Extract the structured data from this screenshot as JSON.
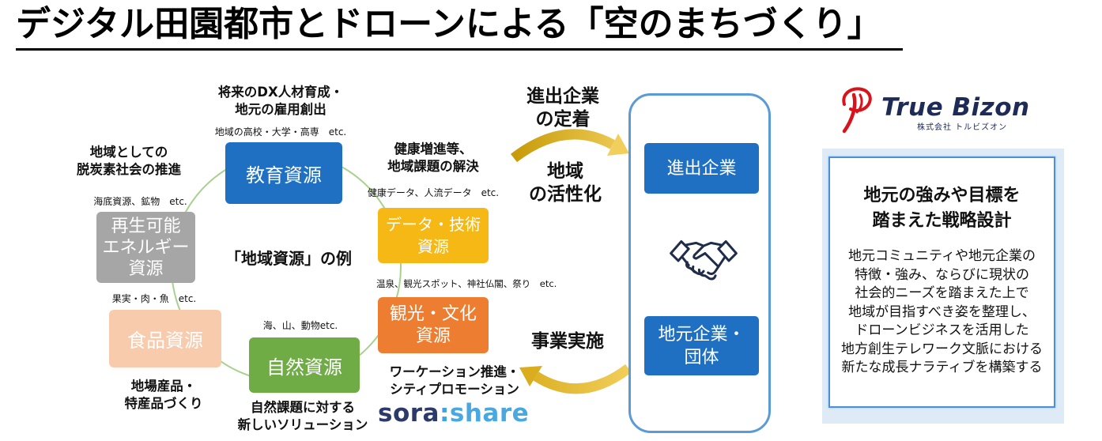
{
  "title": "デジタル田園都市とドローンによる「空のまちづくり」",
  "diagram": {
    "center_label": "「地域資源」の例",
    "ring_color": "#a9d18e",
    "resources": {
      "education": {
        "label": "教育資源",
        "examples": "地域の高校・大学・高専　etc.",
        "goal_lines": [
          "将来のDX人材育成・",
          "地元の雇用創出"
        ],
        "color": "#1f6fc3"
      },
      "data_technology": {
        "label_lines": [
          "データ・技術",
          "資源"
        ],
        "examples": "健康データ、人流データ　etc.",
        "goal_lines": [
          "健康増進等、",
          "地域課題の解決"
        ],
        "color": "#f6b814"
      },
      "tourism_culture": {
        "label_lines": [
          "観光・文化",
          "資源"
        ],
        "examples": "温泉、観光スポット、神社仏閣、祭り　etc.",
        "goal_lines": [
          "ワーケーション推進・",
          "シティプロモーション"
        ],
        "color": "#ed7d31"
      },
      "nature": {
        "label": "自然資源",
        "examples": "海、山、動物etc.",
        "goal_lines": [
          "自然課題に対する",
          "新しいソリューション"
        ],
        "color": "#6fac46"
      },
      "food": {
        "label": "食品資源",
        "examples": "果実・肉・魚　etc.",
        "goal_lines": [
          "地場産品・",
          "特産品づくり"
        ],
        "color": "#f8cbad"
      },
      "renewable_energy": {
        "label_lines": [
          "再生可能",
          "エネルギー",
          "資源"
        ],
        "examples": "海底資源、鉱物　etc.",
        "goal_lines": [
          "地域としての",
          "脱炭素社会の推進"
        ],
        "color": "#a6a6a6"
      }
    }
  },
  "flow": {
    "upper_arrow_top_lines": [
      "進出企業",
      "の定着"
    ],
    "upper_arrow_bottom_lines": [
      "地域",
      "の活性化"
    ],
    "lower_arrow_label": "事業実施",
    "arrow_color_dark": "#c79b0a",
    "arrow_color_light": "#f2cf5c"
  },
  "partners": {
    "incoming_company": "進出企業",
    "local_lines": [
      "地元企業・",
      "団体"
    ],
    "center_icon": "handshake-icon",
    "box_color": "#1f6fc3",
    "frame_color": "#5b9bd5"
  },
  "sora_share_logo": {
    "prefix": "sora",
    "separator": ":",
    "suffix": "share"
  },
  "company_logo": {
    "name": "True Bizon",
    "legal_name": "株式会社 トルビズオン",
    "mark_icon": "truebizon-mark-icon",
    "brand_color": "#d7141b",
    "text_color": "#1e2b57"
  },
  "strategy_panel": {
    "heading_lines": [
      "地元の強みや目標を",
      "踏まえた戦略設計"
    ],
    "body_lines": [
      "地元コミュニティや地元企業の",
      "特徴・強み、ならびに現状の",
      "社会的ニーズを踏まえた上で",
      "地域が目指すべき姿を整理し、",
      "ドローンビジネスを活用した",
      "地方創生テレワーク文脈における",
      "新たな成長ナラティブを構築する"
    ]
  }
}
